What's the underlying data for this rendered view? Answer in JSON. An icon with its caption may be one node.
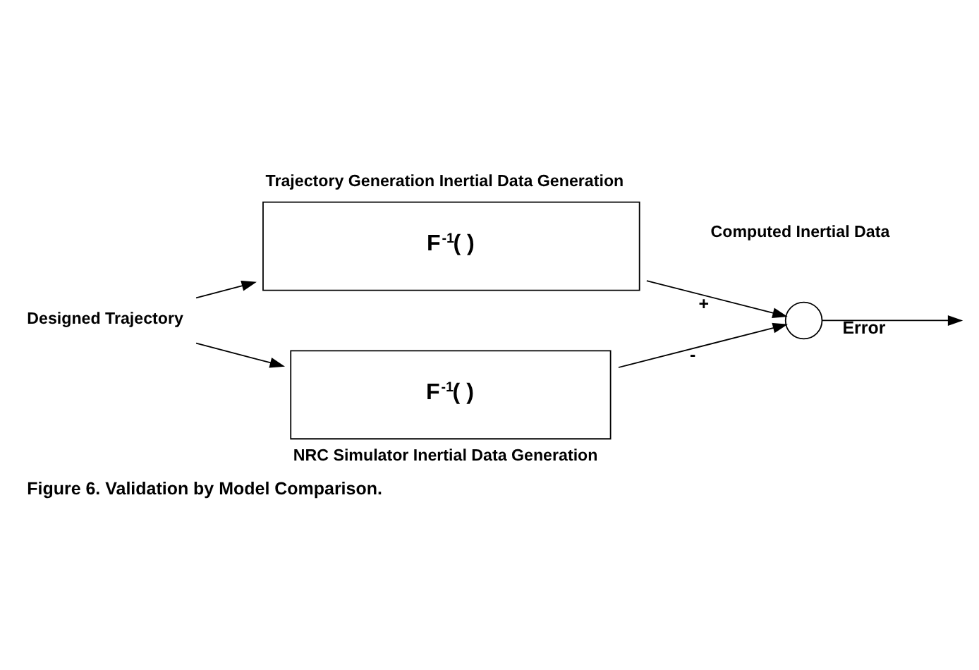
{
  "diagram": {
    "caption": "Figure 6. Validation by Model Comparison.",
    "nodes": [
      {
        "text": [
          "Designed Trajectory"
        ]
      },
      {
        "text": [
          "Trajectory Generation Inertial Data Generation",
          "F$^{-1}$( )"
        ]
      },
      {
        "text": [
          "F$^{-1}$( )",
          "NRC Simulator Inertial Data Generation"
        ]
      },
      {
        "text": [],
        "shape": "circle"
      }
    ],
    "edges": [
      {
        "from": 0,
        "to": 1,
        "arrow": "to"
      },
      {
        "from": 0,
        "to": 2,
        "arrow": "to"
      },
      {
        "from": 1,
        "to": 3,
        "arrow": "to",
        "label": "+"
      },
      {
        "from": 2,
        "to": 3,
        "arrow": "to",
        "label": "-"
      },
      {
        "from": 3,
        "to": null,
        "arrow": "to",
        "label": "Error"
      }
    ],
    "labels": [
      "Computed Inertial Data"
    ]
  }
}
